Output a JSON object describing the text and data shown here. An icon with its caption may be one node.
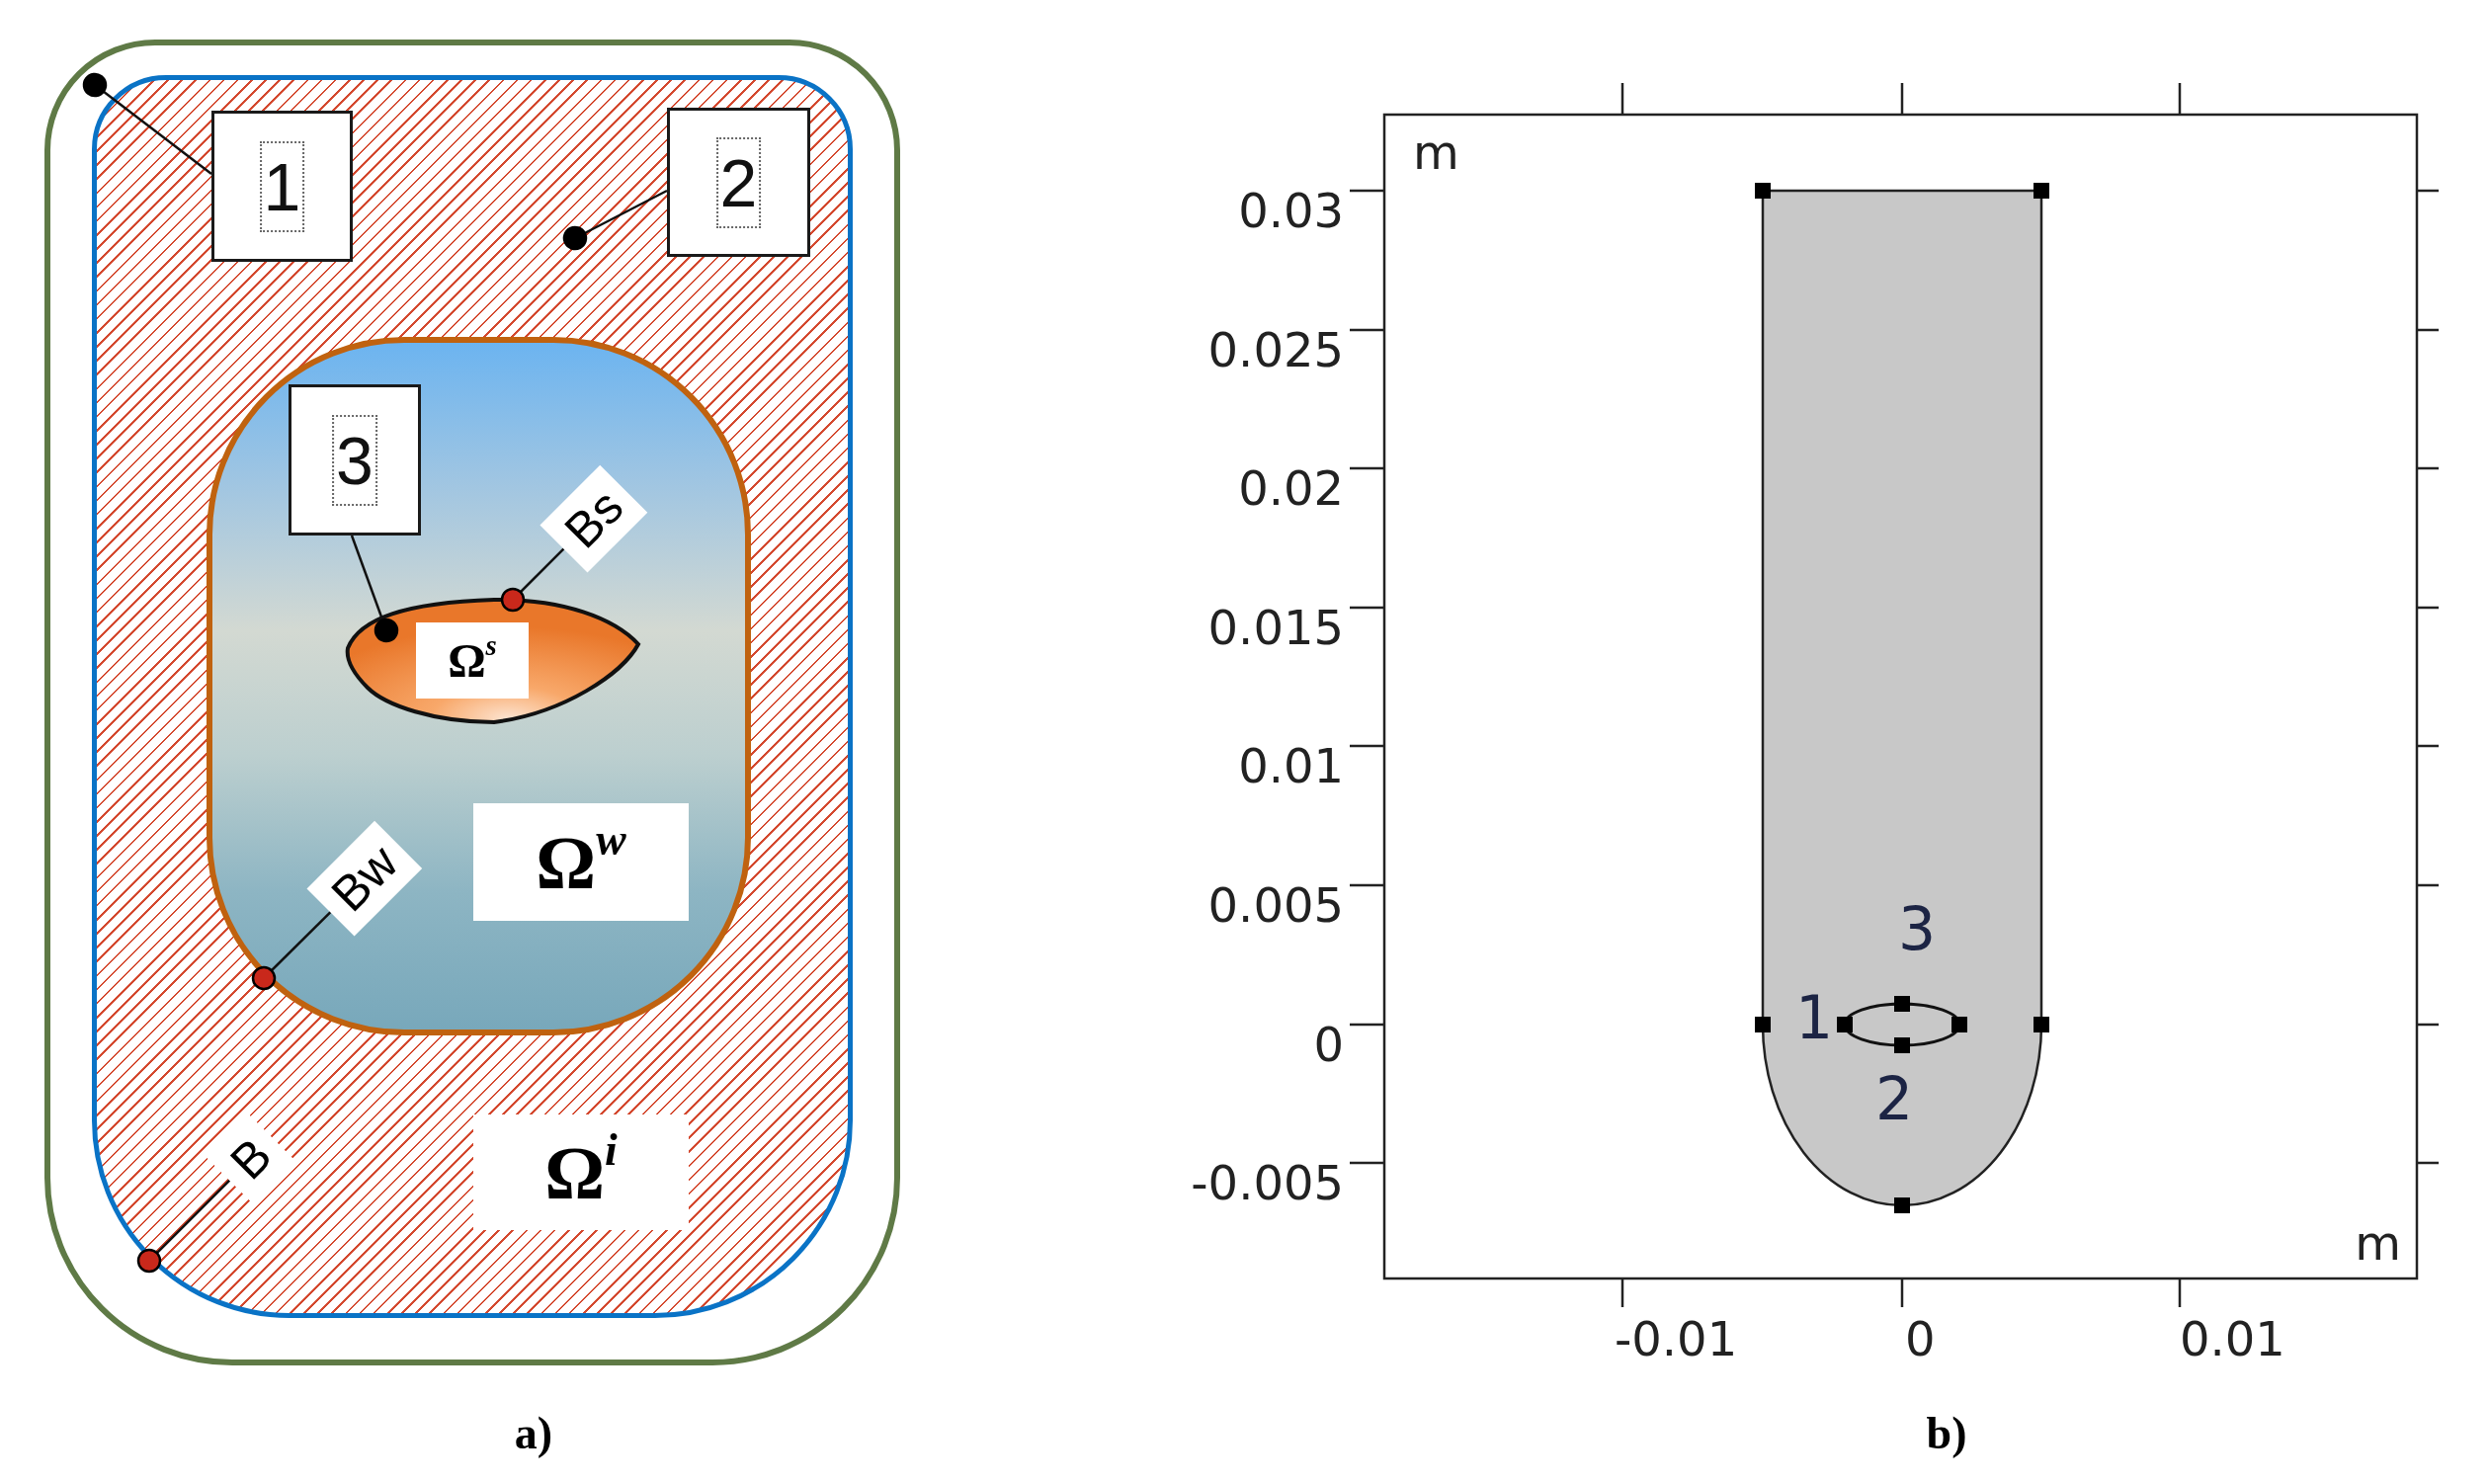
{
  "diagram": {
    "nodes": [
      {
        "text": [],
        "shape": "box"
      },
      {
        "text": [
          "Ω$^{i}$"
        ],
        "in": 0
      },
      {
        "text": [
          "1"
        ],
        "in": 1
      },
      {
        "text": [
          "2"
        ],
        "in": 1
      },
      {
        "text": [
          "Ω$^{w}$"
        ],
        "in": 1
      },
      {
        "text": [
          "3"
        ],
        "in": 4
      },
      {
        "text": [
          "Bs"
        ],
        "in": 4
      },
      {
        "text": [
          "Ω$^{s}$"
        ],
        "in": 4
      },
      {
        "text": [
          "Bw"
        ],
        "in": 4
      },
      {
        "text": [
          "B"
        ],
        "in": 1
      }
    ],
    "edges": [
      {
        "from": 2,
        "to": 0,
        "arrow": "other"
      },
      {
        "from": 3,
        "to": 1,
        "arrow": "other"
      },
      {
        "from": 5,
        "to": 7,
        "arrow": "other"
      },
      {
        "from": 6,
        "to": 7,
        "arrow": "other"
      },
      {
        "from": 8,
        "to": 4,
        "arrow": "other"
      },
      {
        "from": 9,
        "to": 1,
        "arrow": "other"
      }
    ],
    "labels": [
      "a)",
      "m",
      "0.03",
      "0.025",
      "0.02",
      "0.015",
      "0.01",
      "0.005",
      "3",
      "1",
      "0",
      "2",
      "-0.005",
      "m",
      "-0.01",
      "0",
      "0.01",
      "b)"
    ]
  }
}
